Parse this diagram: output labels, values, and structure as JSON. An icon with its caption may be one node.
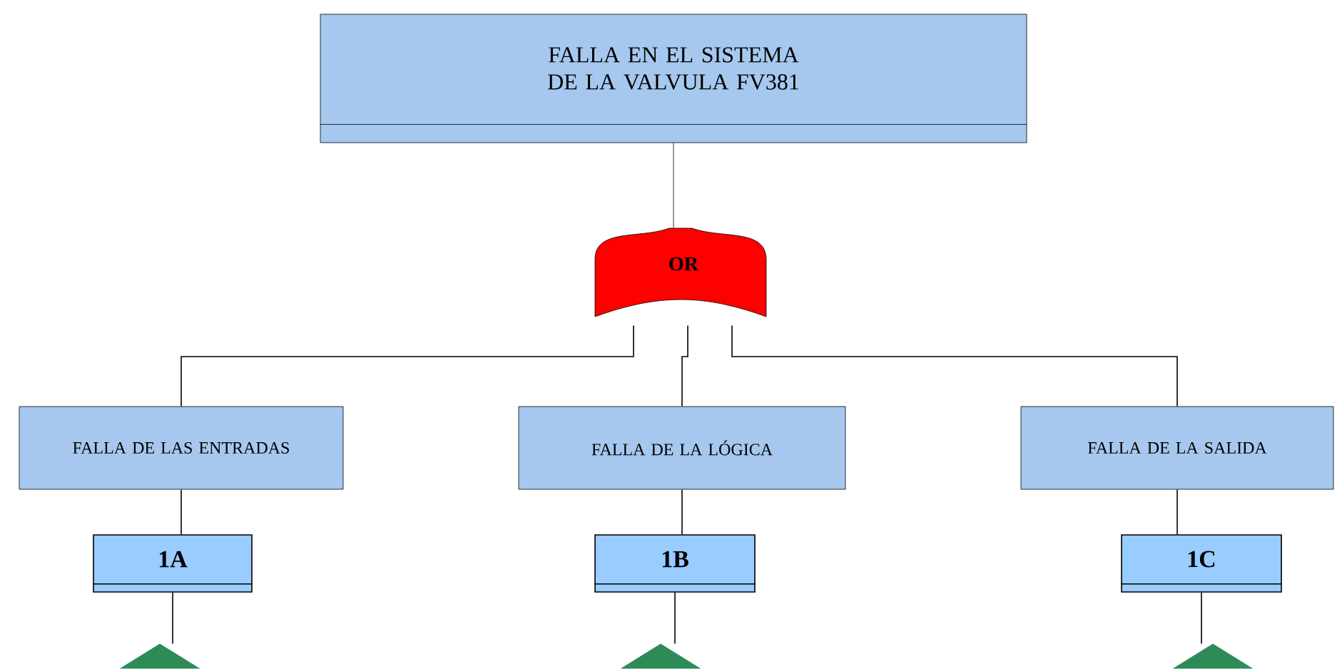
{
  "diagram": {
    "nodes": [
      {
        "text": [
          "FALLA EN EL SISTEMA DE LA VALVULA FV381"
        ]
      },
      {
        "text": [
          "OR"
        ]
      },
      {
        "text": [
          "FALLA DE LAS ENTRADAS"
        ]
      },
      {
        "text": [
          "FALLA DE LA LÓGICA"
        ]
      },
      {
        "text": [
          "FALLA DE LA SALIDA"
        ]
      },
      {
        "text": [
          "1A"
        ]
      },
      {
        "text": [
          "1B"
        ]
      },
      {
        "text": [
          "1C"
        ]
      },
      {
        "text": [],
        "shape": "triangle"
      },
      {
        "text": [],
        "shape": "triangle"
      },
      {
        "text": [],
        "shape": "triangle"
      }
    ],
    "edges": [
      {
        "from": 0,
        "to": 1,
        "arrow": "none"
      },
      {
        "from": 1,
        "to": 2,
        "arrow": "none"
      },
      {
        "from": 1,
        "to": 3,
        "arrow": "none"
      },
      {
        "from": 1,
        "to": 4,
        "arrow": "none"
      },
      {
        "from": 2,
        "to": 5,
        "arrow": "none"
      },
      {
        "from": 3,
        "to": 6,
        "arrow": "none"
      },
      {
        "from": 4,
        "to": 7,
        "arrow": "none"
      },
      {
        "from": 5,
        "to": 8,
        "arrow": "none"
      },
      {
        "from": 6,
        "to": 9,
        "arrow": "none"
      },
      {
        "from": 7,
        "to": 10,
        "arrow": "none"
      }
    ]
  }
}
